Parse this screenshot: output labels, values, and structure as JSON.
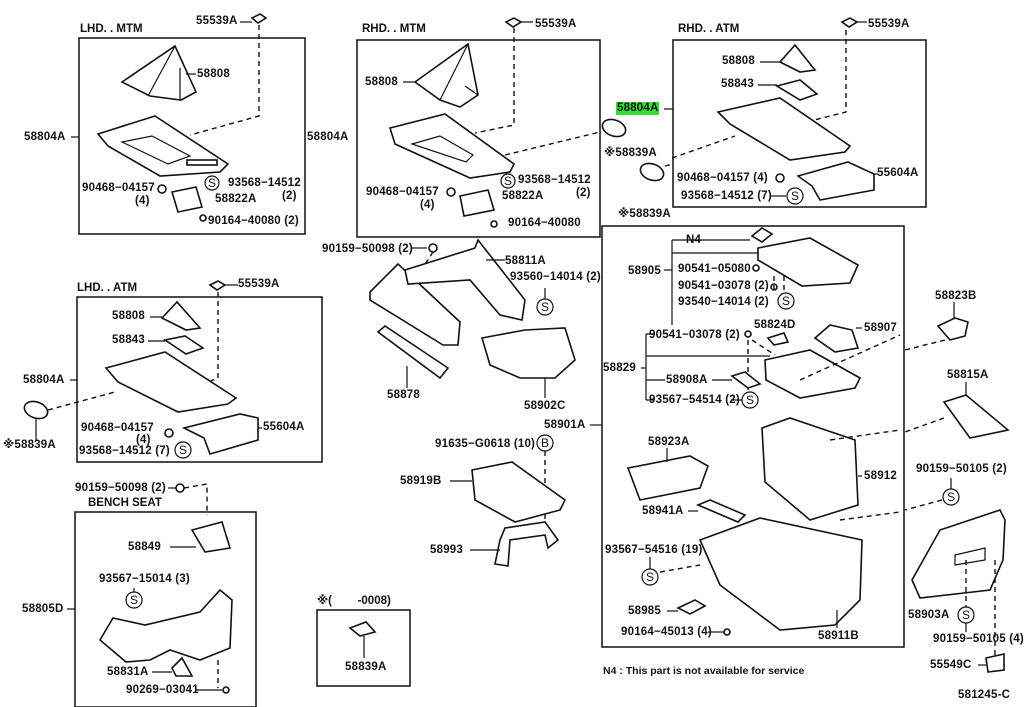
{
  "diagram": {
    "title_code": "581245-C",
    "note": "N4 : This part is not available for service",
    "highlight_color": "#33dd33",
    "sections": {
      "lhd_mtm": {
        "title": "LHD. . MTM"
      },
      "rhd_mtm": {
        "title": "RHD. . MTM"
      },
      "rhd_atm": {
        "title": "RHD. . ATM"
      },
      "lhd_atm": {
        "title": "LHD. . ATM"
      },
      "bench_seat": {
        "title": "BENCH SEAT"
      },
      "date_range": {
        "title": "※(        -0008)"
      }
    },
    "labels": {
      "lm_55539a": "55539A",
      "lm_58808": "58808",
      "lm_58804a": "58804A",
      "lm_90468": "90468−04157",
      "lm_90468_qty": "(4)",
      "lm_93568": "93568−14512",
      "lm_93568_qty": "(2)",
      "lm_58822a": "58822A",
      "lm_90164": "90164−40080 (2)",
      "rm_55539a": "55539A",
      "rm_58808": "58808",
      "rm_58804a": "58804A",
      "rm_90468": "90468−04157",
      "rm_90468_qty": "(4)",
      "rm_93568": "93568−14512",
      "rm_93568_qty": "(2)",
      "rm_58822a": "58822A",
      "rm_90164": "90164−40080",
      "hl_58804a": "58804A",
      "cap_58839a_1": "※58839A",
      "cap_58839a_2": "※58839A",
      "ra_55539a": "55539A",
      "ra_58808": "58808",
      "ra_58843": "58843",
      "ra_90468": "90468−04157 (4)",
      "ra_93568": "93568−14512 (7)",
      "ra_55604a": "55604A",
      "la_55539a": "55539A",
      "la_58808": "58808",
      "la_58843": "58843",
      "la_58804a": "58804A",
      "la_90468": "90468−04157",
      "la_90468_qty": "(4)",
      "la_93568": "93568−14512 (7)",
      "la_55604a": "55604A",
      "la_58839a": "※58839A",
      "c_90159_50098": "90159−50098 (2)",
      "c_58811a": "58811A",
      "c_93560": "93560−14014 (2)",
      "c_58878": "58878",
      "c_58902c": "58902C",
      "c_58901a": "58901A",
      "c_91635": "91635−G0618 (10)",
      "c_58919b": "58919B",
      "c_58993": "58993",
      "c_58839a": "58839A",
      "b_90159": "90159−50098 (2)",
      "b_58849": "58849",
      "b_93567": "93567−15014 (3)",
      "b_58805d": "58805D",
      "b_58831a": "58831A",
      "b_90269": "90269−03041",
      "r_n4": "N4",
      "r_58905": "58905",
      "r_90541_05080": "90541−05080",
      "r_90541_03078a": "90541−03078 (2)",
      "r_93540": "93540−14014 (2)",
      "r_90541_03078b": "90541−03078 (2)",
      "r_58824d": "58824D",
      "r_58907": "58907",
      "r_58829": "58829",
      "r_58908a": "58908A",
      "r_93567_54514": "93567−54514 (2)",
      "r_58923a": "58923A",
      "r_58912": "58912",
      "r_58941a": "58941A",
      "r_93567_54516": "93567−54516 (19)",
      "r_58985": "58985",
      "r_90164_45013": "90164−45013 (4)",
      "r_58911b": "58911B",
      "x_58823b": "58823B",
      "x_58815a": "58815A",
      "x_90159_a": "90159−50105 (2)",
      "x_58903a": "58903A",
      "x_90159_b": "90159−50105 (4)",
      "x_55549c": "55549C"
    },
    "symbols": {
      "screw": "S",
      "bolt": "B"
    }
  }
}
